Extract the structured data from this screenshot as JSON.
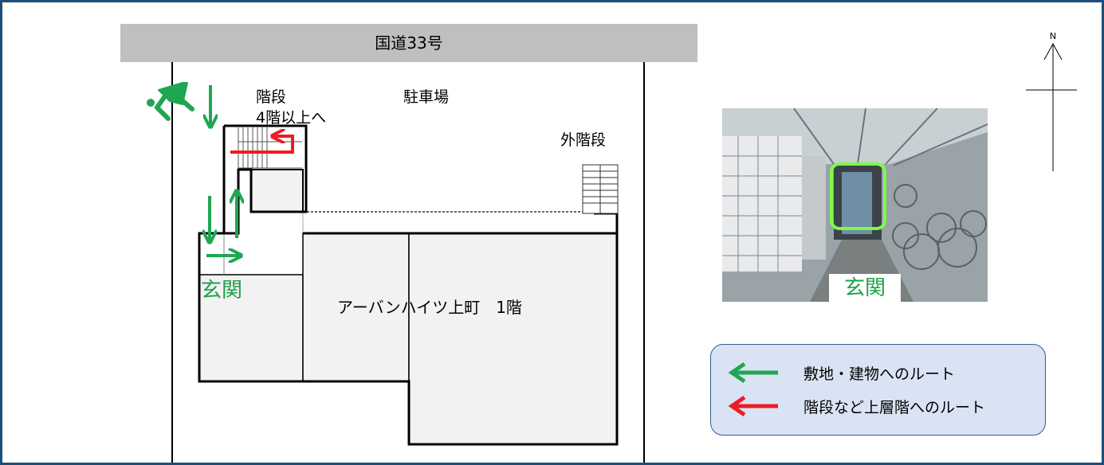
{
  "road": {
    "label": "国道33号"
  },
  "compass": {
    "north_label": "N"
  },
  "labels": {
    "stairs": "階段",
    "stairs_upper": "4階以上へ",
    "parking": "駐車場",
    "outer_stairs": "外階段",
    "entrance": "玄関",
    "building": "アーバンハイツ上町　1階"
  },
  "photo": {
    "label": "玄関"
  },
  "legend": {
    "items": [
      {
        "label": "敷地・建物へのルート",
        "color": "#1fa651"
      },
      {
        "label": "階段など上層階へのルート",
        "color": "#ee1c25"
      }
    ]
  },
  "colors": {
    "route_green": "#1fa651",
    "route_red": "#ee1c25",
    "road_band": "#bfbfbf",
    "room_fill": "#f2f2f2",
    "legend_fill": "#dae3f3",
    "frame": "#1f4e79",
    "highlight": "#7cfc4a"
  },
  "icons": [
    "pedestrian-icon",
    "north-compass-icon"
  ]
}
